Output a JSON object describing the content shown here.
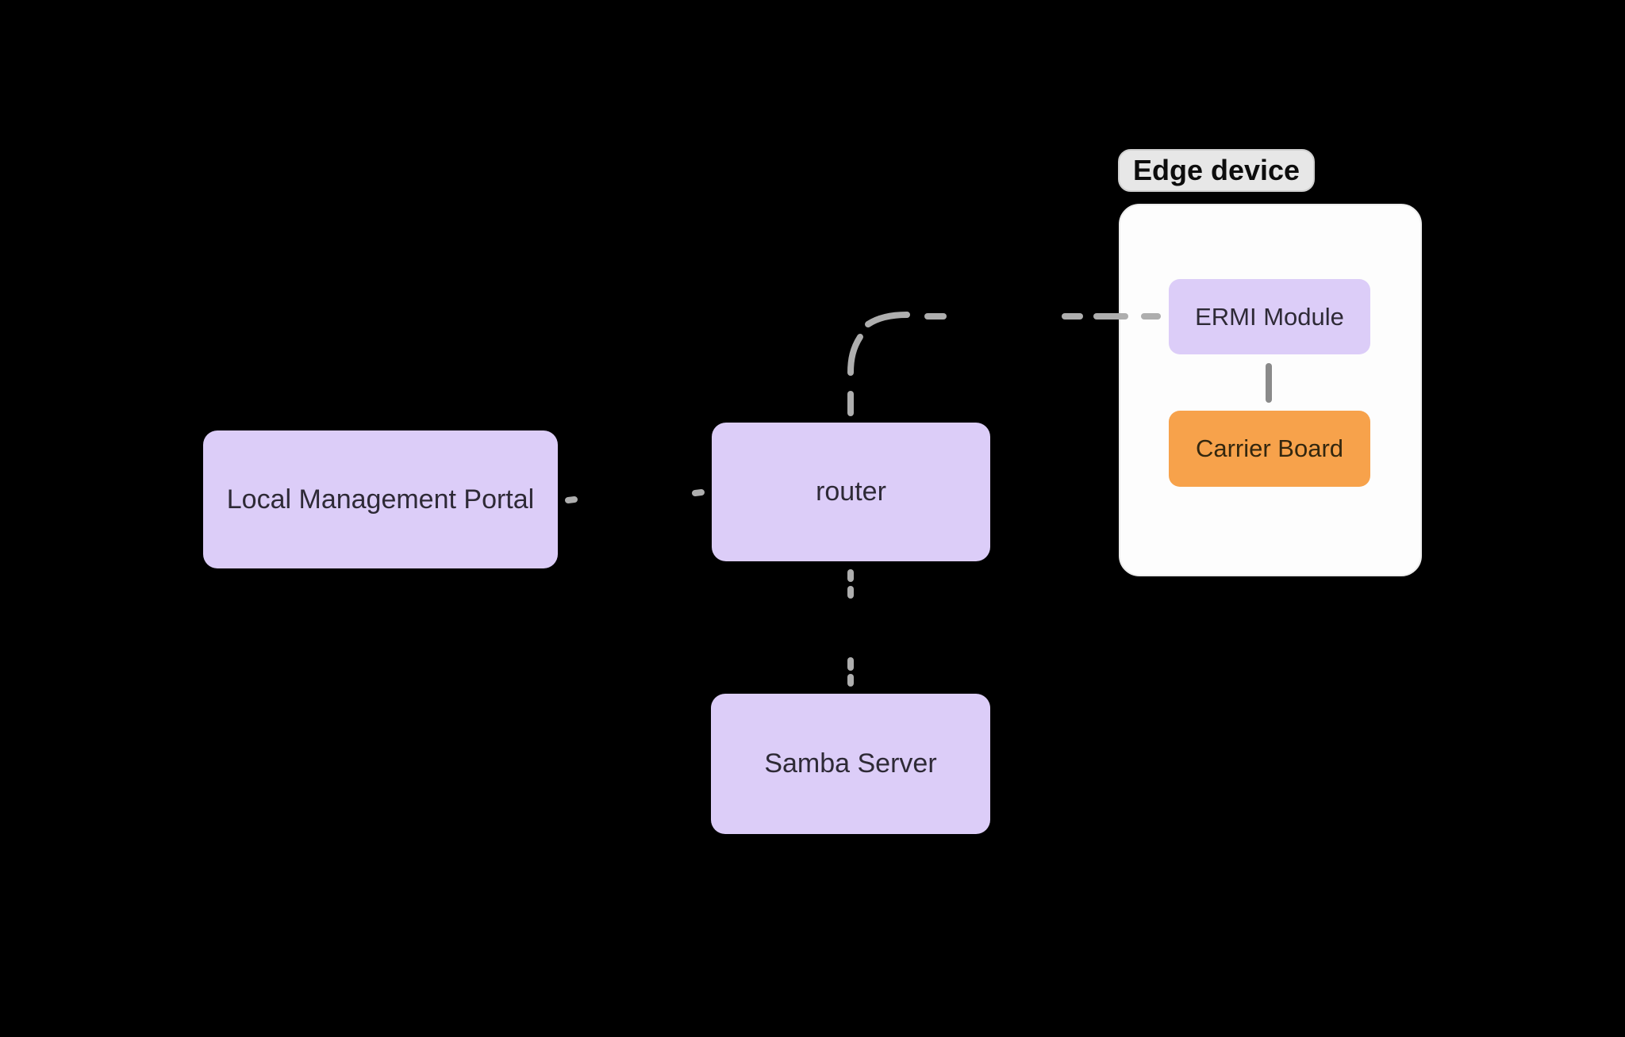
{
  "diagram": {
    "group": {
      "label": "Edge device"
    },
    "nodes": [
      {
        "id": "local-management-portal",
        "label": "Local Management Portal",
        "fill": "#dccdf8"
      },
      {
        "id": "router",
        "label": "router",
        "fill": "#dccdf8"
      },
      {
        "id": "samba-server",
        "label": "Samba Server",
        "fill": "#dccdf8"
      },
      {
        "id": "ermi-module",
        "label": "ERMI Module",
        "fill": "#dccdf8",
        "group": "Edge device"
      },
      {
        "id": "carrier-board",
        "label": "Carrier Board",
        "fill": "#f7a24b",
        "group": "Edge device"
      }
    ],
    "edges": [
      {
        "from": "local-management-portal",
        "to": "router",
        "style": "dashed"
      },
      {
        "from": "router",
        "to": "ermi-module",
        "style": "dashed"
      },
      {
        "from": "router",
        "to": "samba-server",
        "style": "dashed"
      },
      {
        "from": "ermi-module",
        "to": "carrier-board",
        "style": "solid"
      }
    ],
    "theme": {
      "background": "#000000",
      "node_purple": "#dccdf8",
      "node_orange": "#f7a24b",
      "node_text": "#2e2a36",
      "orange_text": "#33270f",
      "container_fill": "#fdfdfd",
      "container_border": "#ececec",
      "badge_fill": "#e7e7e7",
      "badge_border": "#cfcfcf",
      "badge_text": "#0d0d0d",
      "edge_dash": "#aeaeae",
      "edge_solid": "#8a8a8a"
    }
  }
}
